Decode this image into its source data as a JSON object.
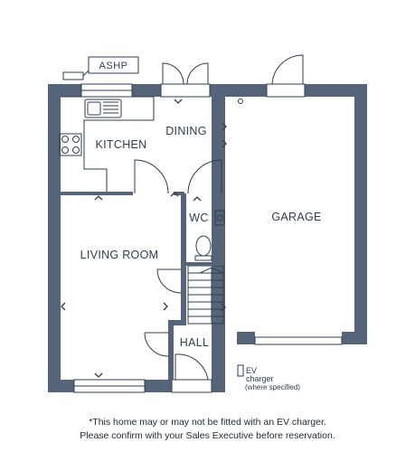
{
  "rooms": {
    "dining": "DINING",
    "kitchen": "KITCHEN",
    "wc": "WC",
    "garage": "GARAGE",
    "living_room": "LIVING ROOM",
    "hall": "HALL"
  },
  "equipment": {
    "ashp": "ASHP",
    "ev_label": "EV",
    "ev_charger": "charger",
    "ev_note": "(where specified)"
  },
  "footnote": {
    "line1": "*This home may or may not be fitted with an EV charger.",
    "line2": "Please confirm with your Sales Executive before reservation."
  },
  "colors": {
    "wall": "#556478",
    "line": "#2f3d4f"
  }
}
